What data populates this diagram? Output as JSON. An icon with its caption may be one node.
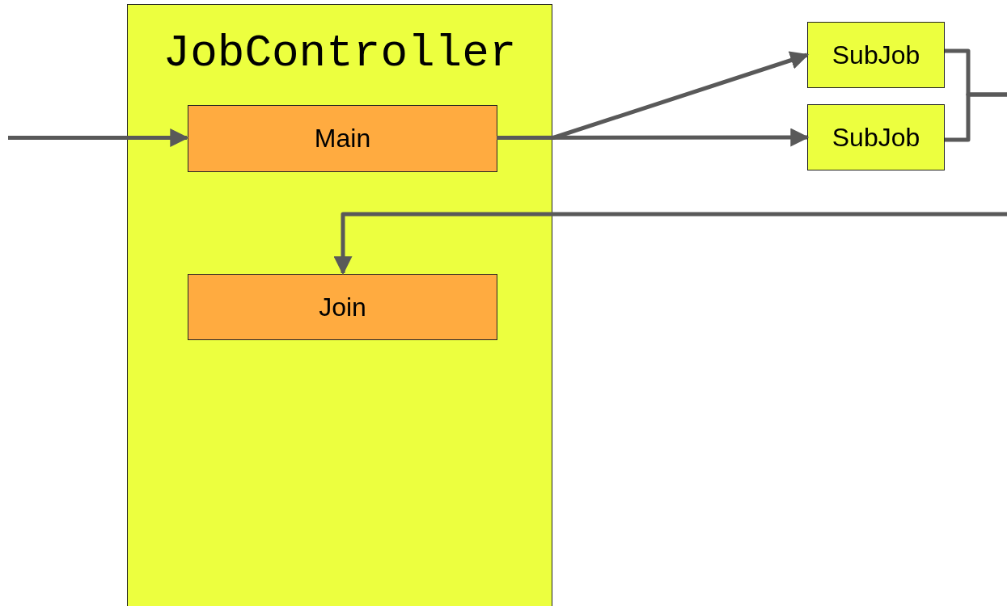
{
  "diagram": {
    "nodes": [
      {
        "text": [
          "JobController"
        ]
      },
      {
        "text": [
          "Main"
        ],
        "in": 0
      },
      {
        "text": [
          "Join"
        ],
        "in": 0
      },
      {
        "text": [
          "SubJob"
        ]
      },
      {
        "text": [
          "SubJob"
        ]
      }
    ],
    "edges": [
      {
        "from": null,
        "to": 1,
        "arrow": "to"
      },
      {
        "from": 1,
        "to": 3,
        "arrow": "to"
      },
      {
        "from": 1,
        "to": 4,
        "arrow": "to"
      },
      {
        "from": 3,
        "to": null,
        "arrow": "none"
      },
      {
        "from": 4,
        "to": null,
        "arrow": "none"
      },
      {
        "from": null,
        "to": 2,
        "arrow": "to"
      }
    ]
  }
}
